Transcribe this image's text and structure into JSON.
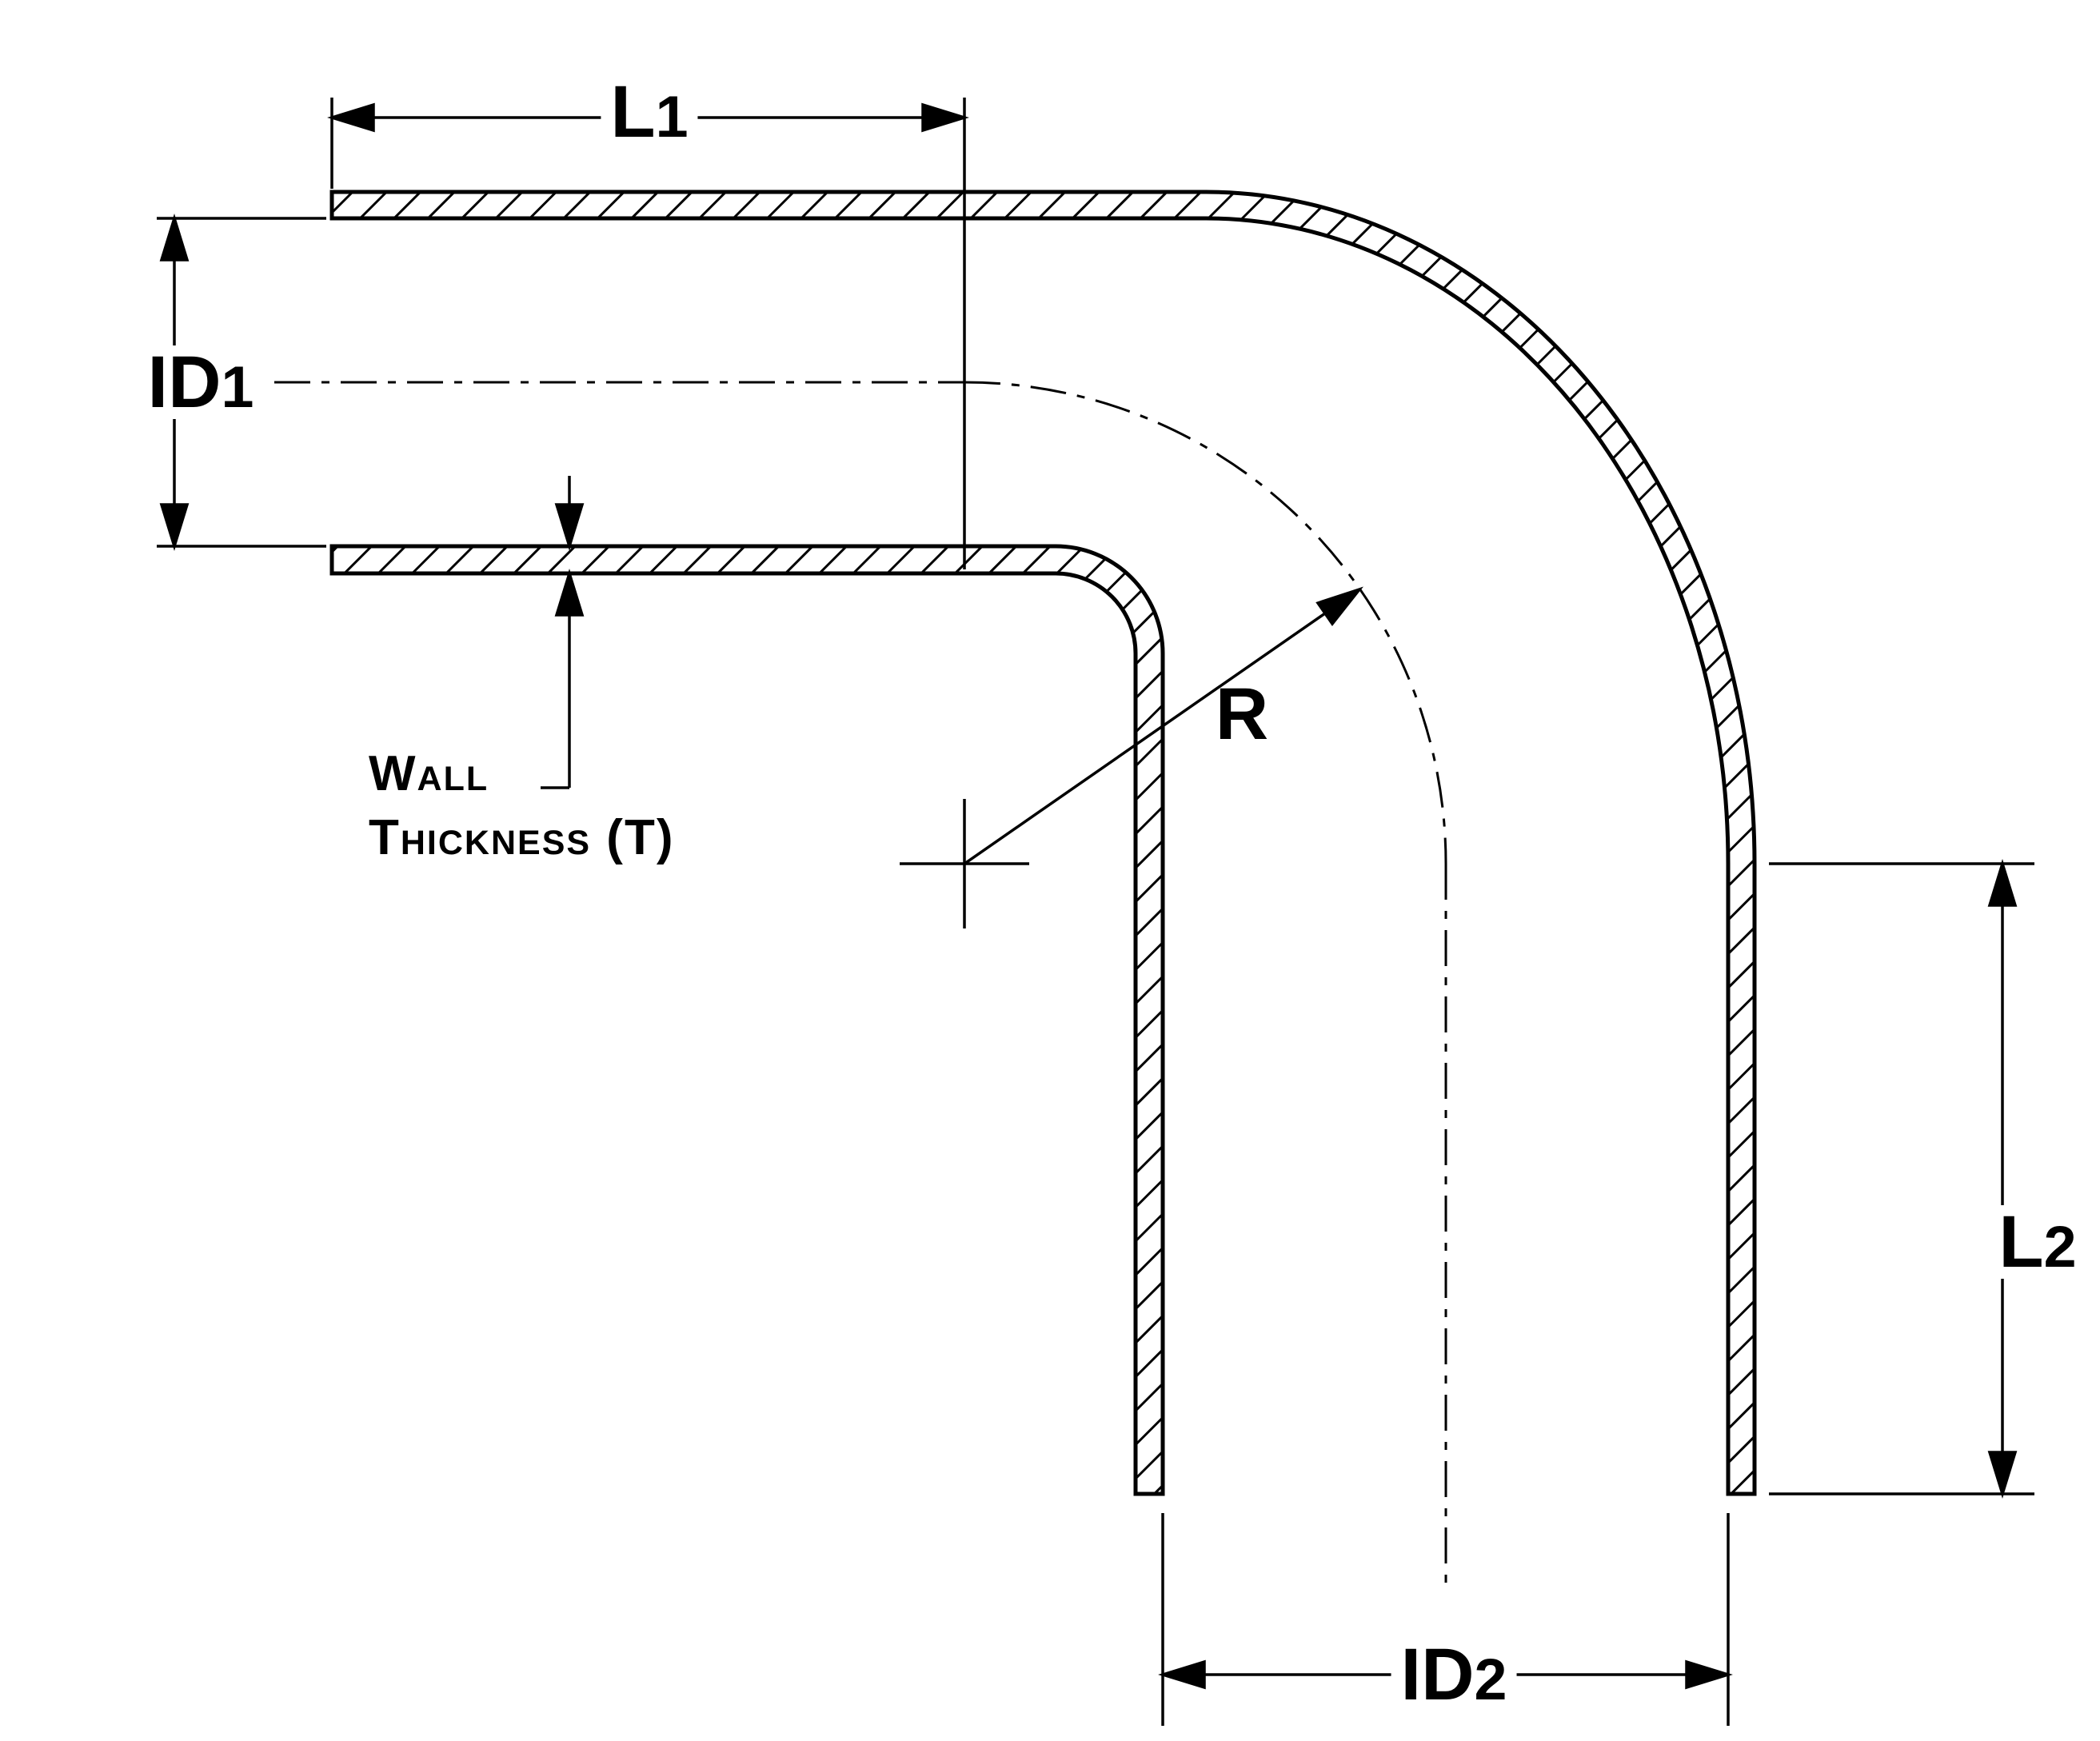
{
  "labels": {
    "l1": {
      "letter": "L",
      "digit": "1"
    },
    "id1": {
      "letter": "ID",
      "digit": "1"
    },
    "l2": {
      "letter": "L",
      "digit": "2"
    },
    "id2": {
      "letter": "ID",
      "digit": "2"
    },
    "radius": "R",
    "wall_thickness_line1": "Wall",
    "wall_thickness_line2": "Thickness (T)"
  },
  "colors": {
    "line": "#000000",
    "background": "#ffffff"
  }
}
